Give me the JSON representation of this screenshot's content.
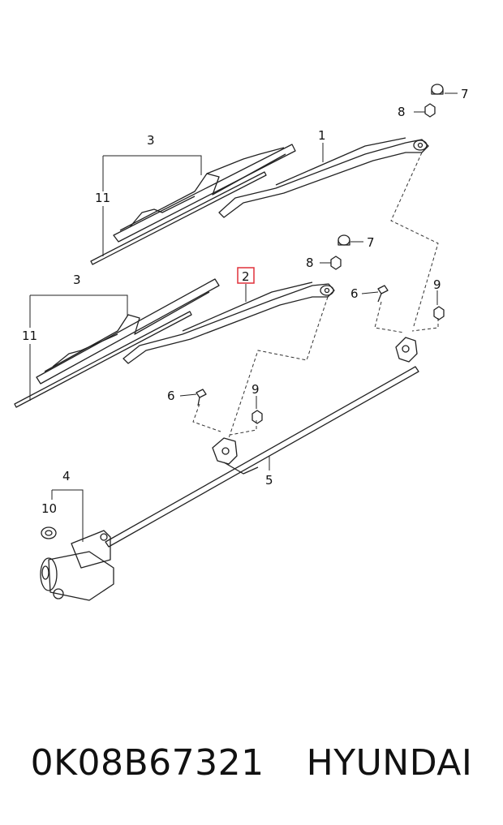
{
  "callouts": {
    "c1": "1",
    "c2": "2",
    "c3a": "3",
    "c3b": "3",
    "c4": "4",
    "c5": "5",
    "c6a": "6",
    "c6b": "6",
    "c7a": "7",
    "c7b": "7",
    "c8a": "8",
    "c8b": "8",
    "c9a": "9",
    "c9b": "9",
    "c10": "10",
    "c11a": "11",
    "c11b": "11"
  },
  "highlight_color": "#e0303a",
  "caption": {
    "part_number": "0K08B67321",
    "brand": "HYUNDAI"
  }
}
